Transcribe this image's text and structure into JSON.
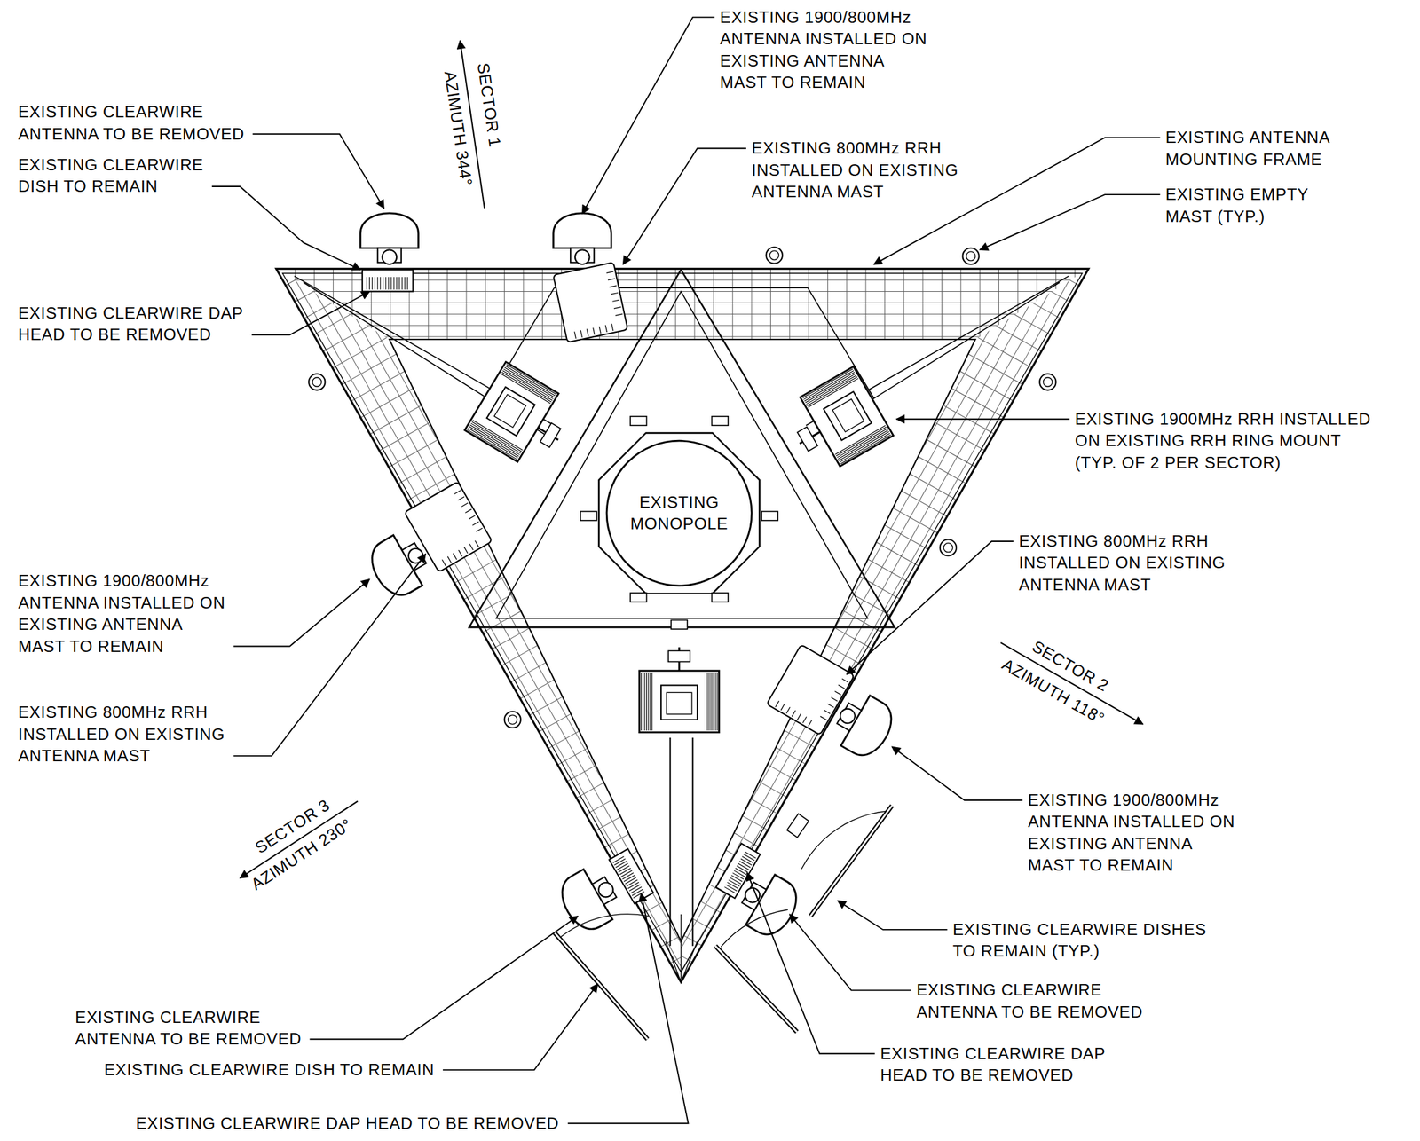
{
  "diagram": {
    "nodes": [
      {
        "text": [
          "EXISTING MONOPOLE"
        ]
      }
    ],
    "labels": [
      "EXISTING 1900/800MHz ANTENNA INSTALLED ON EXISTING ANTENNA MAST TO REMAIN",
      "EXISTING CLEARWIRE ANTENNA TO BE REMOVED",
      "SECTOR 1",
      "AZIMUTH 344°",
      "EXISTING ANTENNA MOUNTING FRAME",
      "EXISTING 800MHz RRH INSTALLED ON EXISTING ANTENNA MAST",
      "EXISTING CLEARWIRE DISH TO REMAIN",
      "EXISTING EMPTY MAST (TYP.)",
      "EXISTING CLEARWIRE DAP HEAD TO BE REMOVED",
      "EXISTING 1900MHz RRH INSTALLED ON EXISTING RRH RING MOUNT (TYP. OF 2 PER SECTOR)",
      "EXISTING 800MHz RRH INSTALLED ON EXISTING ANTENNA MAST",
      "EXISTING 1900/800MHz ANTENNA INSTALLED ON EXISTING ANTENNA MAST TO REMAIN",
      "SECTOR 2",
      "AZIMUTH 118°",
      "EXISTING 800MHz RRH INSTALLED ON EXISTING ANTENNA MAST",
      "EXISTING 1900/800MHz ANTENNA INSTALLED ON EXISTING ANTENNA MAST TO REMAIN",
      "SECTOR 3",
      "AZIMUTH 230°",
      "EXISTING CLEARWIRE DISHES TO REMAIN (TYP.)",
      "EXISTING CLEARWIRE ANTENNA TO BE REMOVED",
      "EXISTING CLEARWIRE ANTENNA TO BE REMOVED",
      "EXISTING CLEARWIRE DAP HEAD TO BE REMOVED",
      "EXISTING CLEARWIRE DISH TO REMAIN",
      "EXISTING CLEARWIRE DAP HEAD TO BE REMOVED"
    ]
  }
}
